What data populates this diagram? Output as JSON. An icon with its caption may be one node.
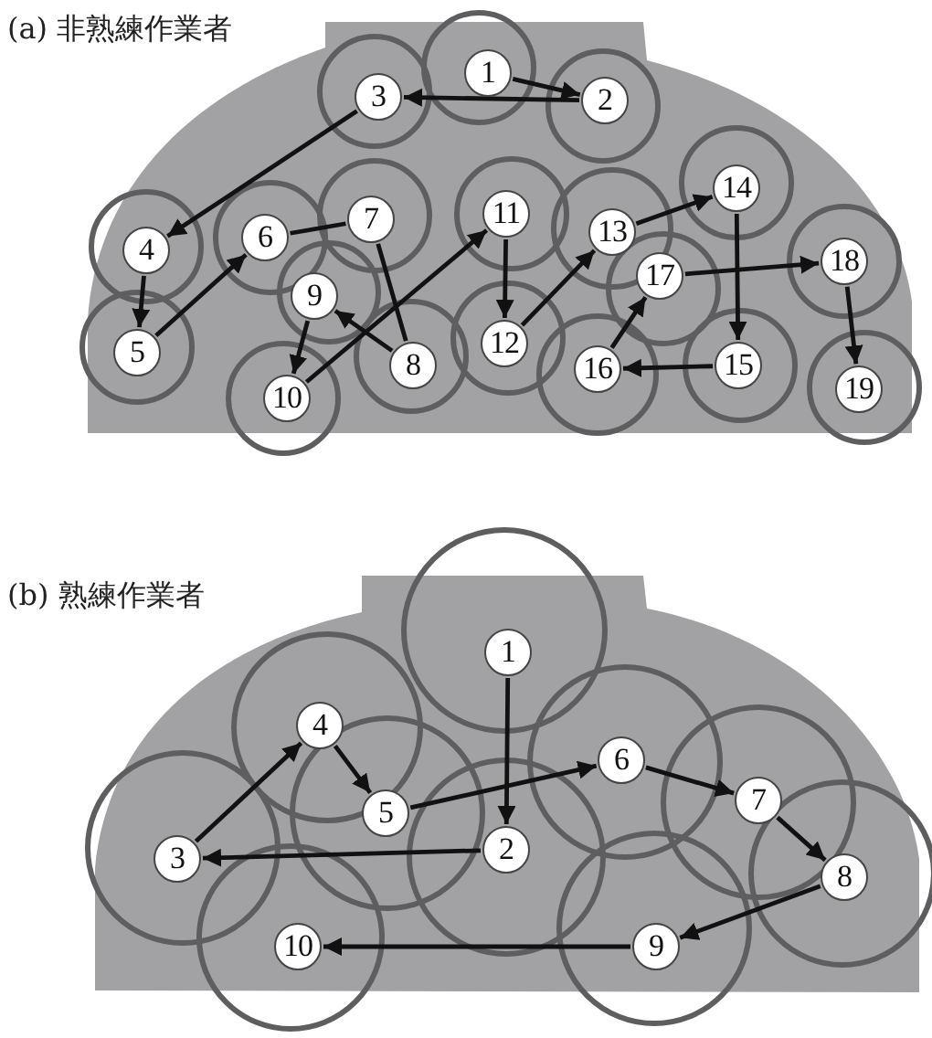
{
  "diagram": {
    "nodes": [
      {
        "text": [
          "(a) 非熟練作業者"
        ]
      },
      {
        "text": [
          "1"
        ],
        "in": 0
      },
      {
        "text": [
          "2"
        ],
        "in": 0
      },
      {
        "text": [
          "3"
        ],
        "in": 0
      },
      {
        "text": [
          "4"
        ],
        "in": 0
      },
      {
        "text": [
          "5"
        ],
        "in": 0
      },
      {
        "text": [
          "6"
        ],
        "in": 0
      },
      {
        "text": [
          "7"
        ],
        "in": 0
      },
      {
        "text": [
          "8"
        ],
        "in": 0
      },
      {
        "text": [
          "9"
        ],
        "in": 0
      },
      {
        "text": [
          "10"
        ],
        "in": 0
      },
      {
        "text": [
          "11"
        ],
        "in": 0
      },
      {
        "text": [
          "12"
        ],
        "in": 0
      },
      {
        "text": [
          "13"
        ],
        "in": 0
      },
      {
        "text": [
          "14"
        ],
        "in": 0
      },
      {
        "text": [
          "15"
        ],
        "in": 0
      },
      {
        "text": [
          "16"
        ],
        "in": 0
      },
      {
        "text": [
          "17"
        ],
        "in": 0
      },
      {
        "text": [
          "18"
        ],
        "in": 0
      },
      {
        "text": [
          "19"
        ],
        "in": 0
      },
      {
        "text": [
          "(b) 熟練作業者"
        ]
      },
      {
        "text": [
          "1"
        ],
        "in": 20
      },
      {
        "text": [
          "2"
        ],
        "in": 20
      },
      {
        "text": [
          "3"
        ],
        "in": 20
      },
      {
        "text": [
          "4"
        ],
        "in": 20
      },
      {
        "text": [
          "5"
        ],
        "in": 20
      },
      {
        "text": [
          "6"
        ],
        "in": 20
      },
      {
        "text": [
          "7"
        ],
        "in": 20
      },
      {
        "text": [
          "8"
        ],
        "in": 20
      },
      {
        "text": [
          "9"
        ],
        "in": 20
      },
      {
        "text": [
          "10"
        ],
        "in": 20
      }
    ],
    "edges": [
      {
        "from": 1,
        "to": 2,
        "arrow": "to"
      },
      {
        "from": 2,
        "to": 3,
        "arrow": "to"
      },
      {
        "from": 3,
        "to": 4,
        "arrow": "to"
      },
      {
        "from": 4,
        "to": 5,
        "arrow": "to"
      },
      {
        "from": 5,
        "to": 6,
        "arrow": "to"
      },
      {
        "from": 6,
        "to": 7,
        "arrow": "none"
      },
      {
        "from": 7,
        "to": 8,
        "arrow": "none"
      },
      {
        "from": 8,
        "to": 9,
        "arrow": "to"
      },
      {
        "from": 9,
        "to": 10,
        "arrow": "to"
      },
      {
        "from": 10,
        "to": 11,
        "arrow": "to"
      },
      {
        "from": 11,
        "to": 12,
        "arrow": "to"
      },
      {
        "from": 12,
        "to": 13,
        "arrow": "to"
      },
      {
        "from": 13,
        "to": 14,
        "arrow": "to"
      },
      {
        "from": 14,
        "to": 15,
        "arrow": "to"
      },
      {
        "from": 15,
        "to": 16,
        "arrow": "to"
      },
      {
        "from": 16,
        "to": 17,
        "arrow": "to"
      },
      {
        "from": 17,
        "to": 18,
        "arrow": "to"
      },
      {
        "from": 18,
        "to": 19,
        "arrow": "to"
      },
      {
        "from": 21,
        "to": 22,
        "arrow": "to"
      },
      {
        "from": 22,
        "to": 23,
        "arrow": "to"
      },
      {
        "from": 23,
        "to": 24,
        "arrow": "to"
      },
      {
        "from": 24,
        "to": 25,
        "arrow": "to"
      },
      {
        "from": 25,
        "to": 26,
        "arrow": "to"
      },
      {
        "from": 26,
        "to": 27,
        "arrow": "to"
      },
      {
        "from": 27,
        "to": 28,
        "arrow": "to"
      },
      {
        "from": 28,
        "to": 29,
        "arrow": "to"
      },
      {
        "from": 29,
        "to": 30,
        "arrow": "to"
      }
    ]
  }
}
